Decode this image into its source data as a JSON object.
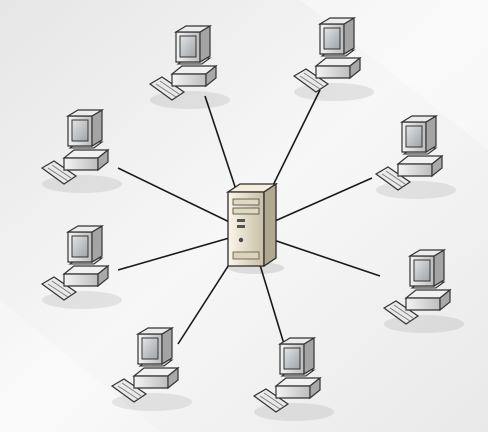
{
  "diagram": {
    "topology": "star",
    "hub": {
      "name": "server",
      "icon": "server-tower-icon",
      "color": "#e8e0c8"
    },
    "nodes": [
      {
        "name": "computer-top-left",
        "icon": "desktop-computer-icon"
      },
      {
        "name": "computer-top-right",
        "icon": "desktop-computer-icon"
      },
      {
        "name": "computer-upper-left",
        "icon": "desktop-computer-icon"
      },
      {
        "name": "computer-upper-right",
        "icon": "desktop-computer-icon"
      },
      {
        "name": "computer-lower-left",
        "icon": "desktop-computer-icon"
      },
      {
        "name": "computer-lower-right",
        "icon": "desktop-computer-icon"
      },
      {
        "name": "computer-bottom-left",
        "icon": "desktop-computer-icon"
      },
      {
        "name": "computer-bottom-right",
        "icon": "desktop-computer-icon"
      }
    ],
    "colors": {
      "link": "#1a1a1a",
      "computer_body": "#d9d9d9",
      "screen": "#bfc3c6",
      "background": "#f2f2f2"
    }
  }
}
